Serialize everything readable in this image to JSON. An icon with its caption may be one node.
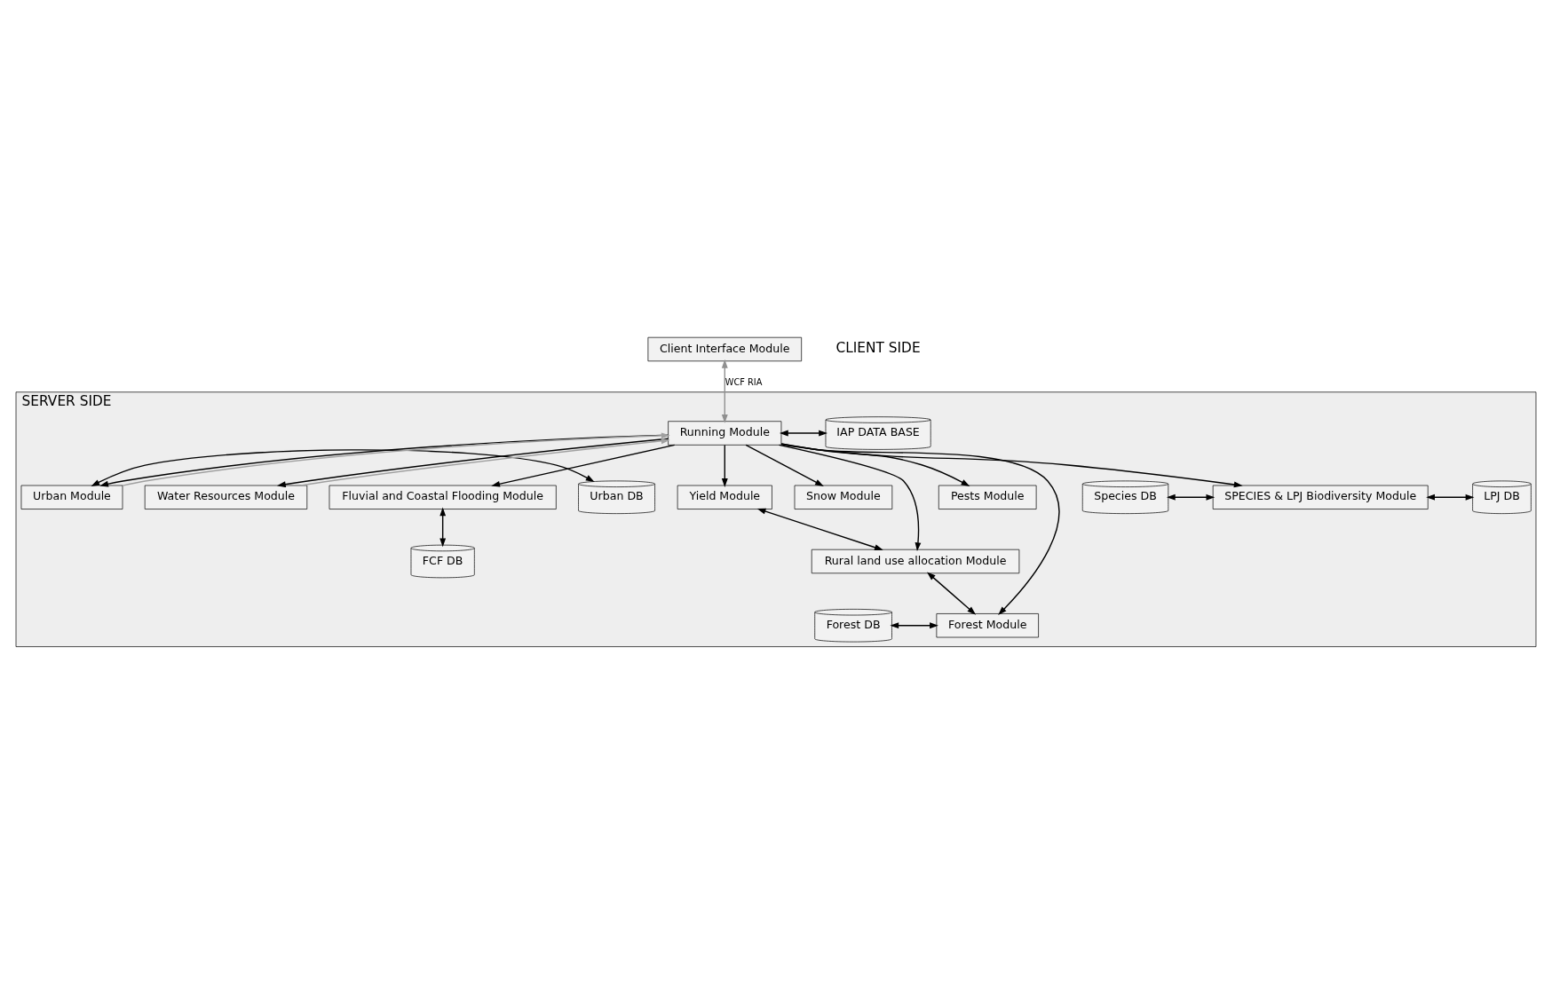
{
  "diagram": {
    "nodes": [
      {
        "text": [
          "Client Interface Module"
        ]
      },
      {
        "text": [
          "SERVER SIDE"
        ]
      },
      {
        "text": [
          "Running Module"
        ],
        "in": 1
      },
      {
        "text": [
          "IAP DATA BASE"
        ],
        "in": 1
      },
      {
        "text": [
          "Urban DB"
        ],
        "in": 1
      },
      {
        "text": [
          "Urban Module"
        ],
        "in": 1
      },
      {
        "text": [
          "Water Resources Module"
        ],
        "in": 1
      },
      {
        "text": [
          "Fluvial and Coastal Flooding Module"
        ],
        "in": 1
      },
      {
        "text": [
          "Yield Module"
        ],
        "in": 1
      },
      {
        "text": [
          "FCF DB"
        ],
        "in": 1
      },
      {
        "text": [
          "Snow Module"
        ],
        "in": 1
      },
      {
        "text": [
          "Rural land use allocation Module"
        ],
        "in": 1
      },
      {
        "text": [
          "Pests Module"
        ],
        "in": 1
      },
      {
        "text": [
          "Forest DB"
        ],
        "in": 1
      },
      {
        "text": [
          "Forest Module"
        ],
        "in": 1
      },
      {
        "text": [
          "Species DB"
        ],
        "in": 1
      },
      {
        "text": [
          "SPECIES & LPJ Biodiversity Module"
        ],
        "in": 1
      },
      {
        "text": [
          "LPJ DB"
        ],
        "in": 1
      }
    ],
    "edges": [
      {
        "from": 0,
        "to": 2,
        "arrow": "both",
        "label": "WCF RIA",
        "color": "#909090"
      },
      {
        "from": 2,
        "to": 3,
        "arrow": "both"
      },
      {
        "from": 4,
        "to": 5,
        "arrow": "both"
      },
      {
        "from": 2,
        "to": 5,
        "arrow": "to"
      },
      {
        "from": 5,
        "to": 2,
        "arrow": "to",
        "color": "#a0a0a0"
      },
      {
        "from": 2,
        "to": 6,
        "arrow": "to"
      },
      {
        "from": 6,
        "to": 2,
        "arrow": "to",
        "color": "#a0a0a0"
      },
      {
        "from": 2,
        "to": 7,
        "arrow": "to"
      },
      {
        "from": 2,
        "to": 8,
        "arrow": "to"
      },
      {
        "from": 2,
        "to": 10,
        "arrow": "to"
      },
      {
        "from": 2,
        "to": 11,
        "arrow": "to"
      },
      {
        "from": 2,
        "to": 12,
        "arrow": "to"
      },
      {
        "from": 2,
        "to": 14,
        "arrow": "to"
      },
      {
        "from": 2,
        "to": 16,
        "arrow": "to"
      },
      {
        "from": 7,
        "to": 9,
        "arrow": "both"
      },
      {
        "from": 8,
        "to": 11,
        "arrow": "both"
      },
      {
        "from": 11,
        "to": 14,
        "arrow": "both"
      },
      {
        "from": 13,
        "to": 14,
        "arrow": "both"
      },
      {
        "from": 15,
        "to": 16,
        "arrow": "both"
      },
      {
        "from": 16,
        "to": 17,
        "arrow": "both"
      }
    ],
    "labels": [
      "CLIENT SIDE"
    ]
  }
}
